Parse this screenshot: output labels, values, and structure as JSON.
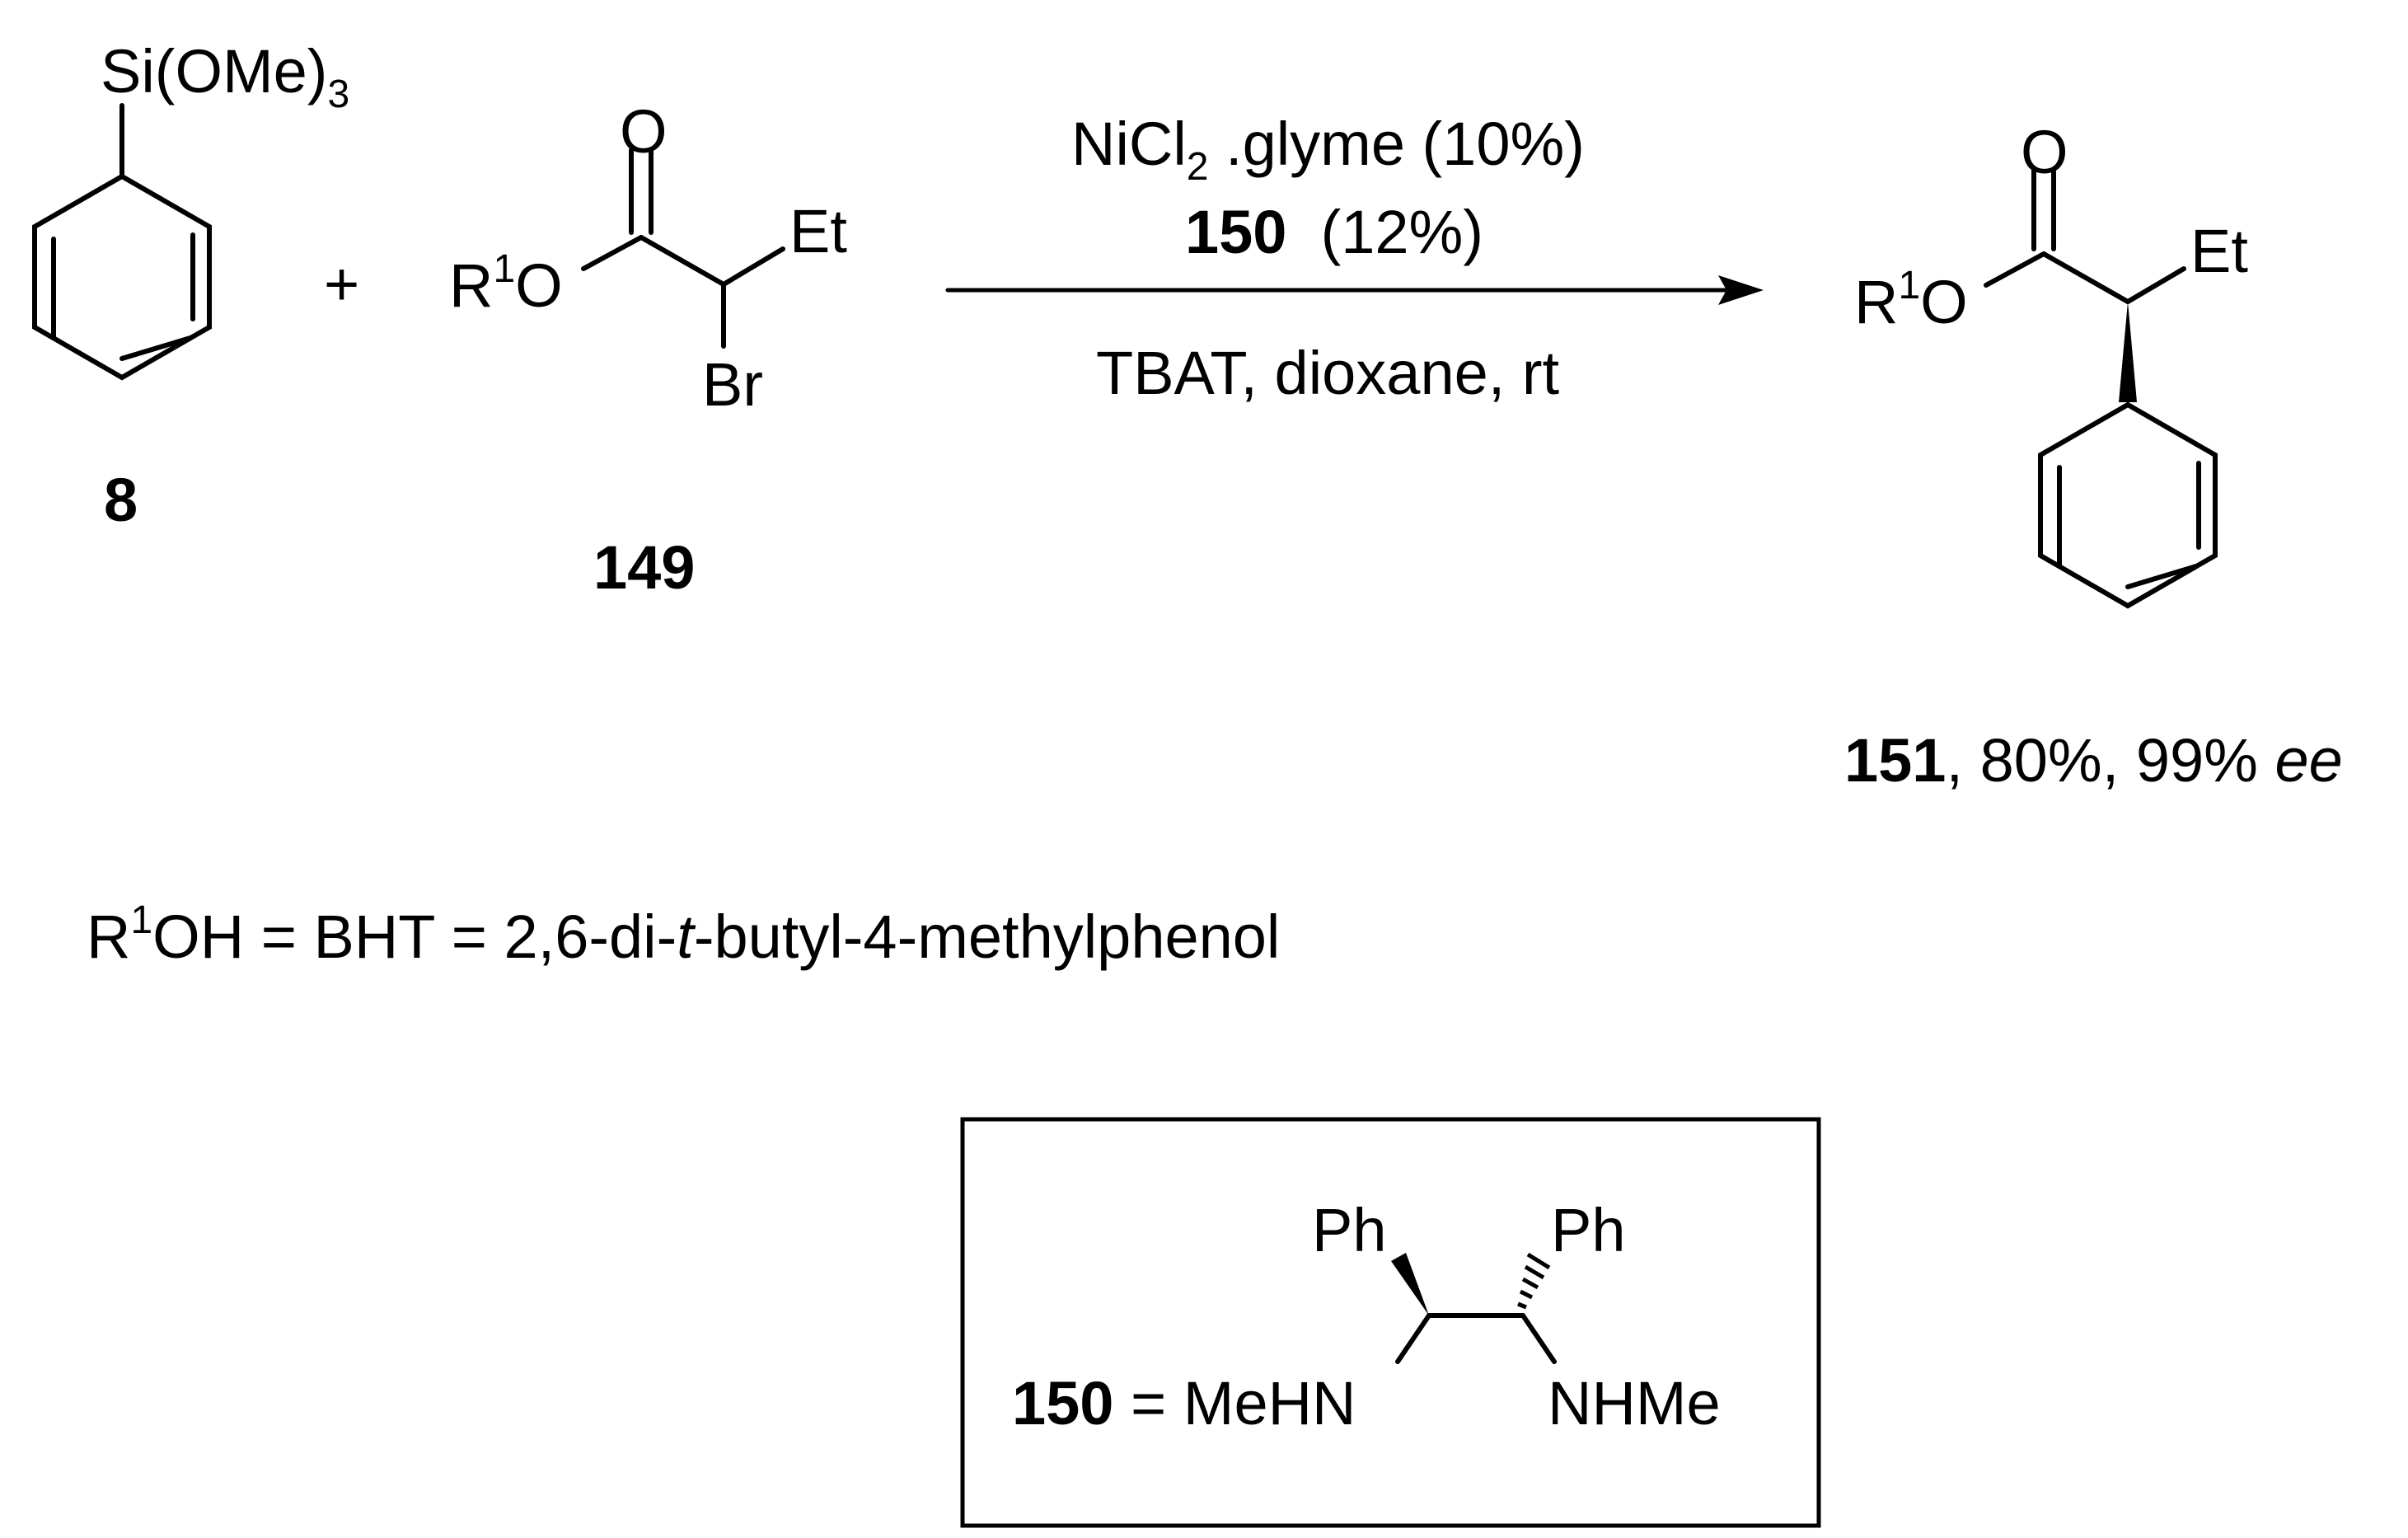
{
  "reagent_8": {
    "substituent": "Si(OMe)",
    "substituent_sub": "3",
    "compound_number": "8"
  },
  "plus_sign": "+",
  "reagent_149": {
    "carbonyl_O": "O",
    "ester_R": "R",
    "ester_R_sup": "1",
    "ester_O": "O",
    "ethyl": "Et",
    "bromo": "Br",
    "compound_number": "149"
  },
  "conditions": {
    "catalyst_a": "NiCl",
    "catalyst_sub": "2",
    "catalyst_b": " .glyme (10%)",
    "ligand_number": "150",
    "ligand_loading": "  (12%)",
    "below_arrow": "TBAT, dioxane, rt"
  },
  "product_151": {
    "carbonyl_O": "O",
    "ester_R": "R",
    "ester_R_sup": "1",
    "ester_O": "O",
    "ethyl": "Et",
    "compound_number": "151",
    "yield_text": ", 80%, 99% ",
    "ee_text": "ee"
  },
  "definition": {
    "r_part": "R",
    "r_sup": "1",
    "text_a": "OH = BHT = 2,6-di-",
    "text_italic": "t",
    "text_b": "-butyl-4-methylphenol"
  },
  "ligand_box": {
    "compound_number": "150",
    "equals": " = MeHN",
    "right_amine": "NHMe",
    "left_ph": "Ph",
    "right_ph": "Ph"
  }
}
